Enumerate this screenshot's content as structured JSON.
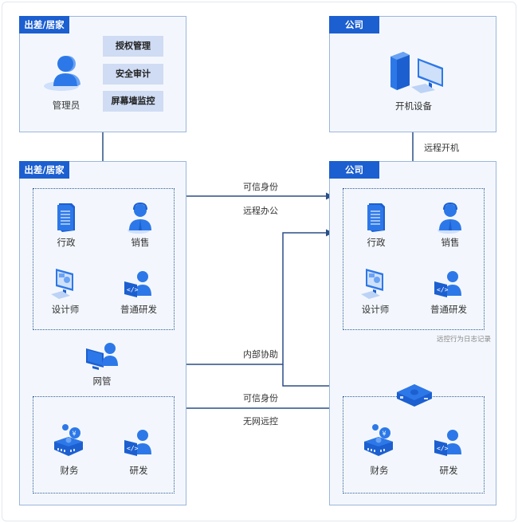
{
  "top_left": {
    "tag": "出差/居家",
    "admin": {
      "label": "管理员",
      "icon": "admin-user-icon"
    },
    "features": [
      "授权管理",
      "安全审计",
      "屏幕墙监控"
    ]
  },
  "top_right": {
    "tag": "公司",
    "device": {
      "label": "开机设备",
      "icon": "desktop-computer-icon"
    }
  },
  "bottom_left": {
    "tag": "出差/居家",
    "group1": [
      {
        "label": "行政",
        "icon": "document-icon"
      },
      {
        "label": "销售",
        "icon": "headset-user-icon"
      },
      {
        "label": "设计师",
        "icon": "designer-monitor-icon"
      },
      {
        "label": "普通研发",
        "icon": "developer-user-icon"
      }
    ],
    "netadmin": {
      "label": "网管",
      "icon": "network-admin-icon"
    },
    "group2": [
      {
        "label": "财务",
        "icon": "finance-machine-icon"
      },
      {
        "label": "研发",
        "icon": "developer-user-icon"
      }
    ]
  },
  "bottom_right": {
    "tag": "公司",
    "group1": [
      {
        "label": "行政",
        "icon": "document-icon"
      },
      {
        "label": "销售",
        "icon": "headset-user-icon"
      },
      {
        "label": "设计师",
        "icon": "designer-monitor-icon"
      },
      {
        "label": "普通研发",
        "icon": "developer-user-icon"
      }
    ],
    "note": "远控行为日志记录",
    "box_icon": "hardware-box-icon",
    "group2": [
      {
        "label": "财务",
        "icon": "finance-machine-icon"
      },
      {
        "label": "研发",
        "icon": "developer-user-icon"
      }
    ]
  },
  "edges": {
    "remote_boot": "远程开机",
    "trusted_identity_1": "可信身份",
    "remote_office": "远程办公",
    "internal_assist": "内部协助",
    "trusted_identity_2": "可信身份",
    "offline_remote": "无网远控"
  },
  "colors": {
    "tag_blue": "#1c5fd0",
    "panel_bg": "#f3f7fd",
    "panel_border": "#9bb6dc",
    "line": "#2a4f86",
    "feature_bg": "#cfdcf3"
  }
}
